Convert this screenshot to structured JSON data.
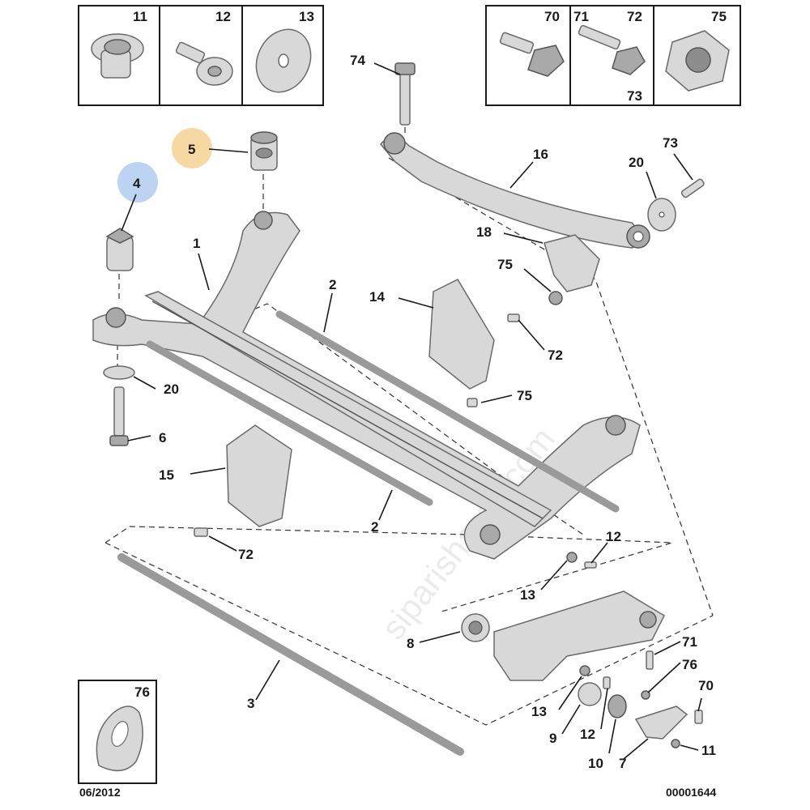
{
  "diagram": {
    "date_code": "06/2012",
    "ref_code": "00001644",
    "watermark": "siparisharca.com",
    "callouts": {
      "c1": "1",
      "c2a": "2",
      "c2b": "2",
      "c3": "3",
      "c4": "4",
      "c5": "5",
      "c6": "6",
      "c7": "7",
      "c8": "8",
      "c9": "9",
      "c10": "10",
      "c11": "11",
      "c12a": "12",
      "c12b": "12",
      "c13a": "13",
      "c13b": "13",
      "c14": "14",
      "c15": "15",
      "c16": "16",
      "c18": "18",
      "c20a": "20",
      "c20b": "20",
      "c70": "70",
      "c71": "71",
      "c72a": "72",
      "c72b": "72",
      "c73": "73",
      "c74": "74",
      "c75a": "75",
      "c75b": "75",
      "c76": "76"
    },
    "boxes": {
      "left": [
        "11",
        "12",
        "13"
      ],
      "right_70": "70",
      "right_71": "71",
      "right_72": "72",
      "right_73": "73",
      "right_75": "75",
      "inset_76": "76"
    },
    "highlight_colors": {
      "c4": "#bcd4f2",
      "c5": "#f6d9a2"
    }
  }
}
